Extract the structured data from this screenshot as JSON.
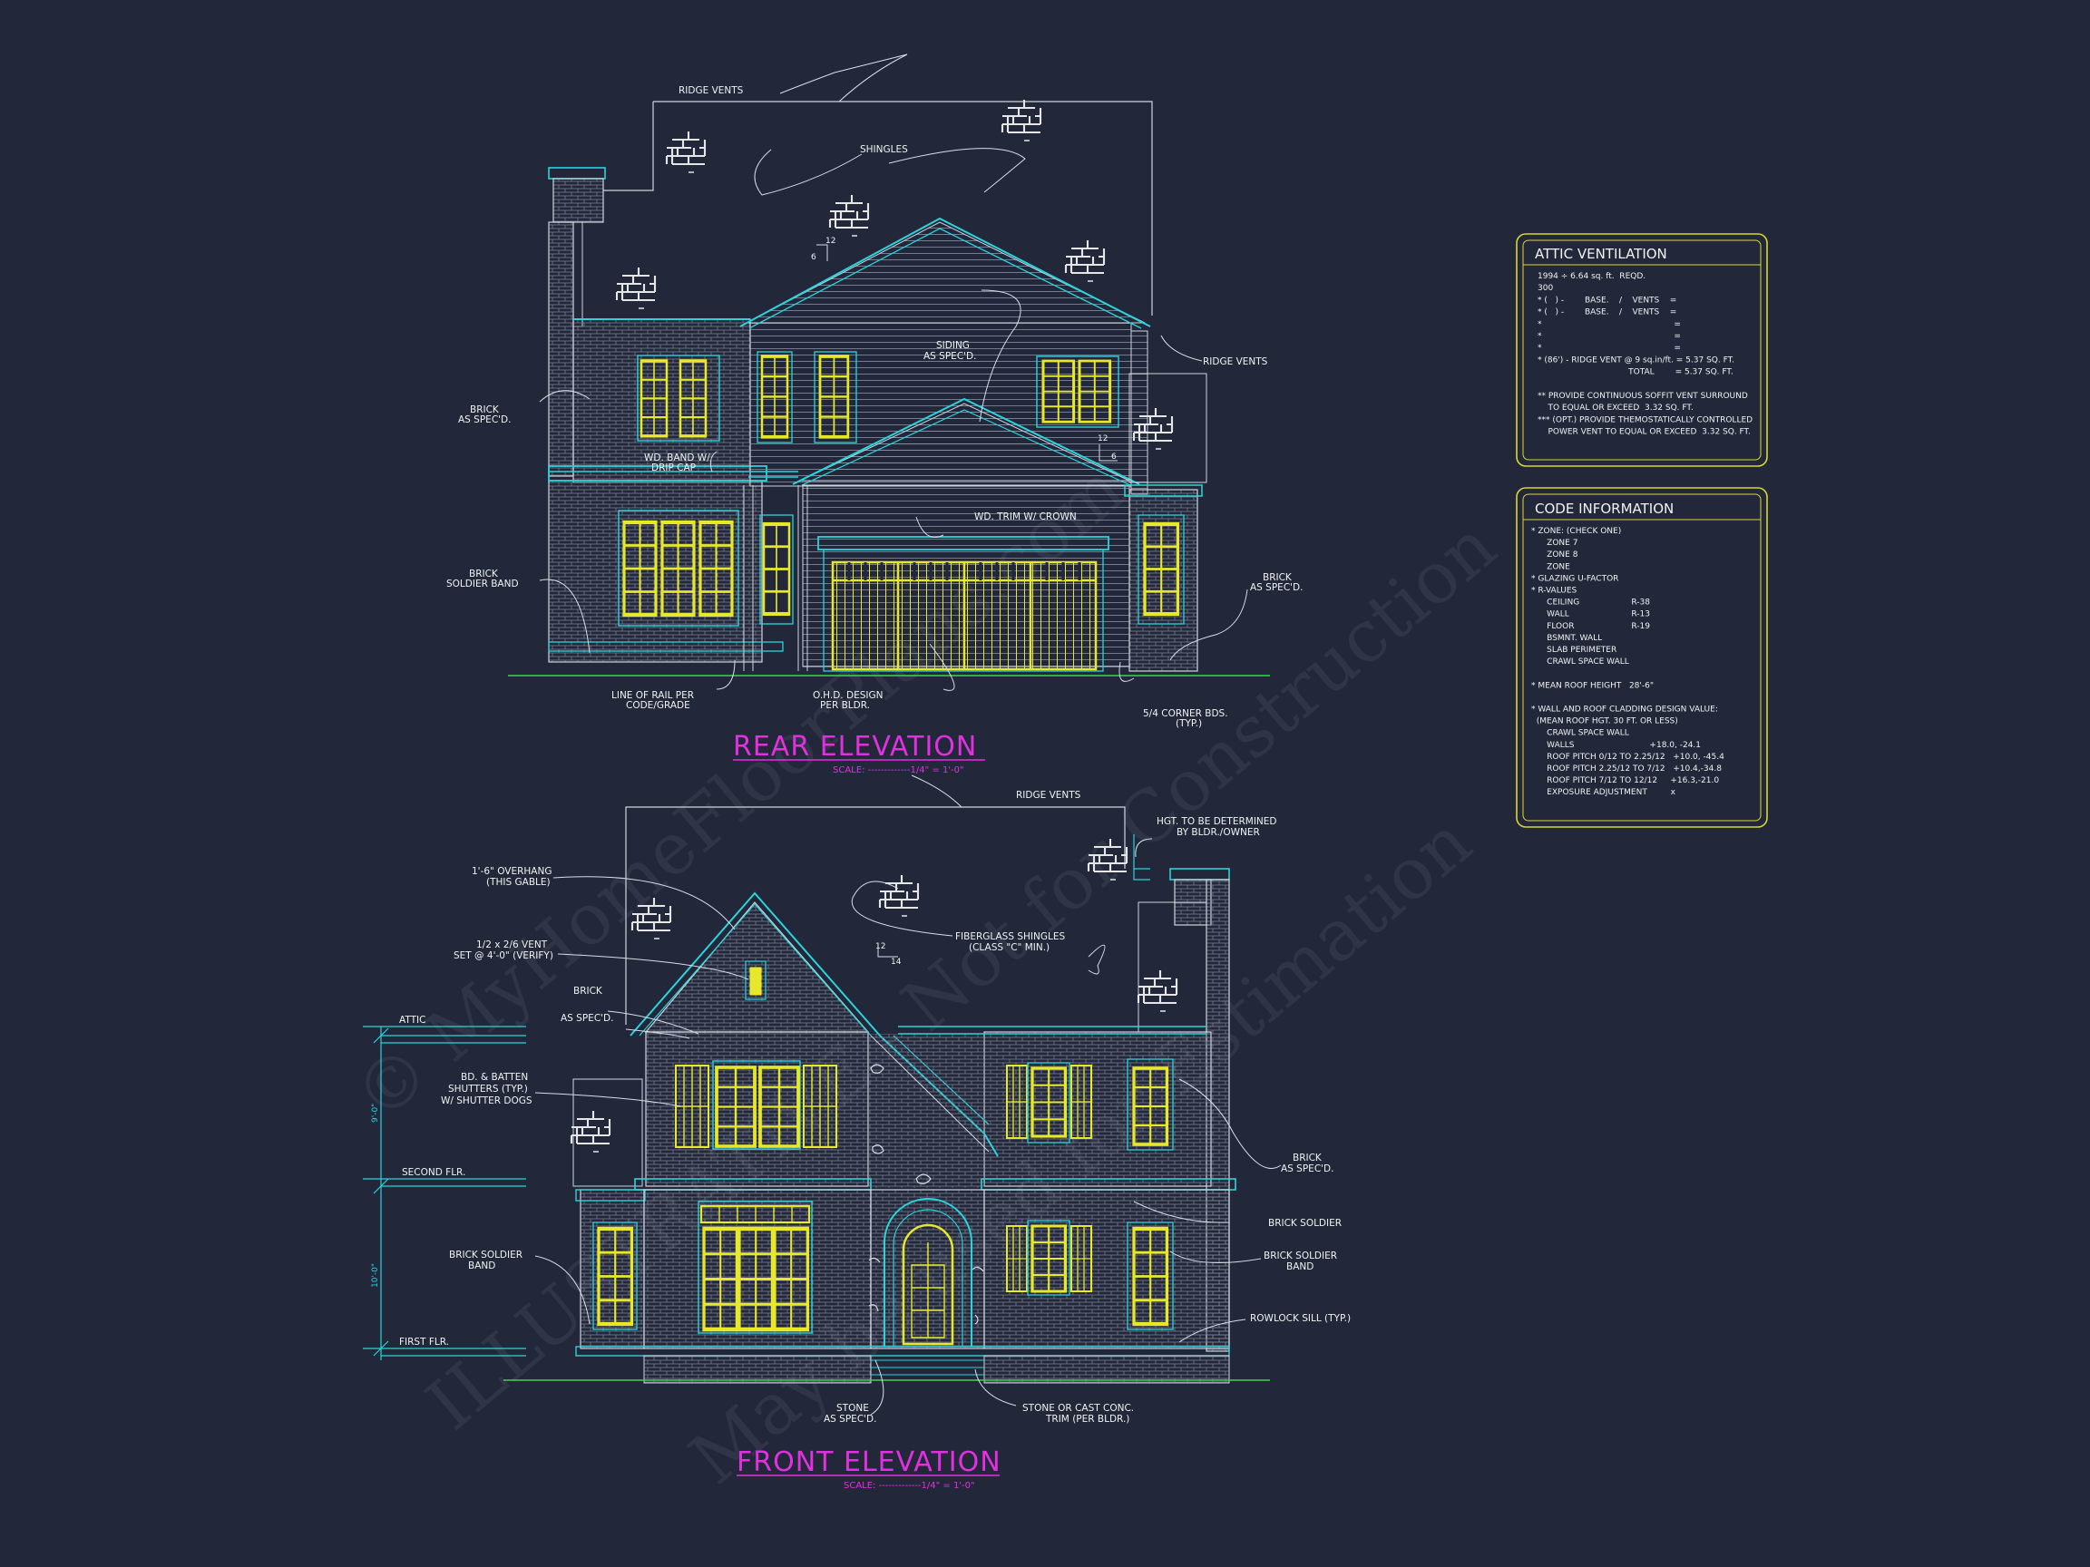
{
  "rear_elevation": {
    "title": "REAR ELEVATION",
    "scale": "SCALE:  -------------1/4\" = 1'-0\"",
    "callouts": {
      "ridge_vents_top": "RIDGE VENTS",
      "shingles": "SHINGLES",
      "siding_1": "SIDING",
      "siding_2": "AS SPEC'D.",
      "ridge_vents_right": "RIDGE VENTS",
      "brick_left_1": "BRICK",
      "brick_left_2": "AS SPEC'D.",
      "wd_band_1": "WD. BAND W/",
      "wd_band_2": "DRIP CAP",
      "wd_trim": "WD. TRIM W/ CROWN",
      "soldier_1": "BRICK",
      "soldier_2": "SOLDIER BAND",
      "brick_right_1": "BRICK",
      "brick_right_2": "AS SPEC'D.",
      "rail_1": "LINE OF RAIL PER",
      "rail_2": "CODE/GRADE",
      "ohd_1": "O.H.D. DESIGN",
      "ohd_2": "PER BLDR.",
      "corner_1": "5/4 CORNER BDS.",
      "corner_2": "(TYP.)",
      "pitch_rise_a": "12",
      "pitch_run_a": "6",
      "pitch_rise_b": "12",
      "pitch_run_b": "6"
    }
  },
  "front_elevation": {
    "title": "FRONT ELEVATION",
    "scale": "SCALE:  -------------1/4\" = 1'-0\"",
    "callouts": {
      "ridge_vents": "RIDGE VENTS",
      "hgt_1": "HGT. TO BE DETERMINED",
      "hgt_2": "BY BLDR./OWNER",
      "overhang_1": "1'-6\" OVERHANG",
      "overhang_2": "(THIS GABLE)",
      "vent_1": "1/2 x 2/6 VENT",
      "vent_2": "SET @ 4'-0\" (VERIFY)",
      "fiberglass_1": "FIBERGLASS SHINGLES",
      "fiberglass_2": "(CLASS \"C\" MIN.)",
      "brick_1": "BRICK",
      "brick_2": "AS SPEC'D.",
      "shutters_1": "BD. & BATTEN",
      "shutters_2": "SHUTTERS (TYP.)",
      "shutters_3": "W/ SHUTTER DOGS",
      "brick_right_1": "BRICK",
      "brick_right_2": "AS SPEC'D.",
      "brick_soldier": "BRICK SOLDIER",
      "soldier_band_r1": "BRICK SOLDIER",
      "soldier_band_r2": "BAND",
      "soldier_band_l1": "BRICK SOLDIER",
      "soldier_band_l2": "BAND",
      "rowlock": "ROWLOCK SILL (TYP.)",
      "stone_1": "STONE",
      "stone_2": "AS SPEC'D.",
      "cast_1": "STONE OR CAST CONC.",
      "cast_2": "TRIM (PER BLDR.)",
      "pitch_rise": "12",
      "pitch_run": "14"
    },
    "levels": {
      "attic": "ATTIC",
      "second": "SECOND FLR.",
      "first": "FIRST FLR.",
      "dim_upper": "9'-0\"",
      "dim_lower": "10'-0\""
    }
  },
  "attic_ventilation": {
    "title": "ATTIC VENTILATION",
    "lines": [
      "1994 ÷ 6.64 sq. ft.  REQD.",
      "300",
      "* (   ) -        BASE.    /    VENTS    =",
      "* (   ) -        BASE.    /    VENTS    =",
      "*                                                   =",
      "*                                                   =",
      "*                                                   =",
      "* (86') - RIDGE VENT @ 9 sq.in/ft. = 5.37 SQ. FT.",
      "                                   TOTAL        = 5.37 SQ. FT.",
      "",
      "** PROVIDE CONTINUOUS SOFFIT VENT SURROUND",
      "    TO EQUAL OR EXCEED  3.32 SQ. FT.",
      "*** (OPT.) PROVIDE THEMOSTATICALLY CONTROLLED",
      "    POWER VENT TO EQUAL OR EXCEED  3.32 SQ. FT."
    ]
  },
  "code_information": {
    "title": "CODE INFORMATION",
    "lines": [
      "* ZONE: (CHECK ONE)",
      "      ZONE 7",
      "      ZONE 8",
      "      ZONE",
      "* GLAZING U-FACTOR",
      "* R-VALUES",
      "      CEILING                    R-38",
      "      WALL                        R-13",
      "      FLOOR                      R-19",
      "      BSMNT. WALL",
      "      SLAB PERIMETER",
      "      CRAWL SPACE WALL",
      "",
      "* MEAN ROOF HEIGHT   28'-6\"",
      "",
      "* WALL AND ROOF CLADDING DESIGN VALUE:",
      "  (MEAN ROOF HGT. 30 FT. OR LESS)",
      "      CRAWL SPACE WALL",
      "      WALLS                             +18.0, -24.1",
      "      ROOF PITCH 0/12 TO 2.25/12   +10.0, -45.4",
      "      ROOF PITCH 2.25/12 TO 7/12   +10.4,-34.8",
      "      ROOF PITCH 7/12 TO 12/12     +16.3,-21.0",
      "      EXPOSURE ADJUSTMENT         x"
    ]
  },
  "watermark": {
    "line1": "© MyHomeFloorPlans.com",
    "line2": "ILLUSTRATIVE - Not for Construction",
    "line3": "May be used for Estimation"
  },
  "colors": {
    "background": "#22283a",
    "linework": "#d8dde6",
    "cyan": "#2ad4dc",
    "window_yellow": "#e8e82a",
    "title_magenta": "#e030e0",
    "ground_green": "#3ad84a",
    "table_border": "#d8d830"
  }
}
